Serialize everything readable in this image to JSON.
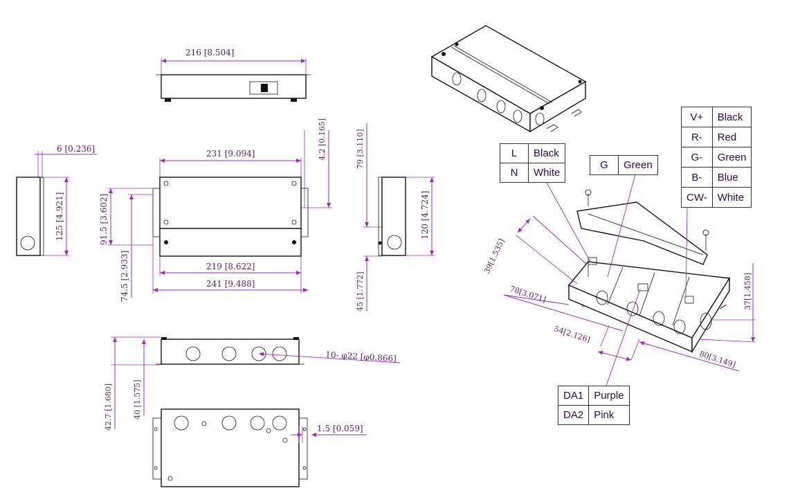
{
  "dimensions": {
    "top_width": "216 [8.504]",
    "side_tab": "6 [0.236]",
    "side_height": "125 [4.921]",
    "front_width": "231 [9.094]",
    "front_tab": "4.2 [0.165]",
    "front_height_total": "91.5 [3.602]",
    "front_height_lower": "74.5 [2.933]",
    "front_inner_width": "219 [8.622]",
    "front_outer_width": "241 [9.488]",
    "right_upper": "79 [3.110]",
    "right_lower": "45 [1.772]",
    "right_height": "120 [4.724]",
    "knockouts": "10- φ22 [φ0.866]",
    "height_outer": "42.7 [1.680]",
    "height_inner": "40 [1.575]",
    "flange": "1.5 [0.059]",
    "iso_39": "39[1.535]",
    "iso_78": "78[3.071]",
    "iso_54": "54[2.126]",
    "iso_80": "80[3.149]",
    "iso_37": "37[1.458]"
  },
  "legends": {
    "line": [
      {
        "key": "L",
        "value": "Black"
      },
      {
        "key": "N",
        "value": "White"
      }
    ],
    "ground": [
      {
        "key": "G",
        "value": "Green"
      }
    ],
    "led": [
      {
        "key": "V+",
        "value": "Black"
      },
      {
        "key": "R-",
        "value": "Red"
      },
      {
        "key": "G-",
        "value": "Green"
      },
      {
        "key": "B-",
        "value": "Blue"
      },
      {
        "key": "CW-",
        "value": "White"
      }
    ],
    "dimming": [
      {
        "key": "DA1",
        "value": "Purple"
      },
      {
        "key": "DA2",
        "value": "Pink"
      }
    ]
  },
  "colors": {
    "dimension_line": "#9a2ab8",
    "dimension_text": "#5a1a6a",
    "outline": "#111111"
  }
}
